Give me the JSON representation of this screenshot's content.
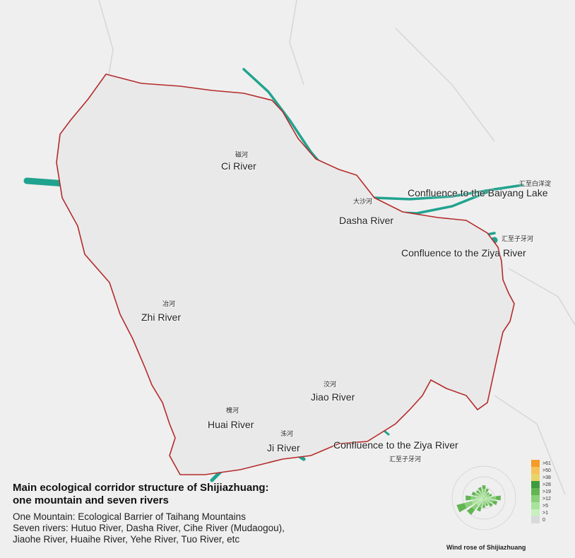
{
  "labels": {
    "ci_cn": "磁河",
    "ci_en": "Ci River",
    "dasha_cn": "大沙河",
    "dasha_en": "Dasha River",
    "baiyang_cn": "汇至白洋淀",
    "baiyang_en": "Confluence to the Baiyang Lake",
    "ziya1_cn": "汇至子牙河",
    "ziya1_en": "Confluence to the Ziya River",
    "zhi_cn": "冶河",
    "zhi_en": "Zhi River",
    "jiao_cn": "洨河",
    "jiao_en": "Jiao River",
    "huai_cn": "槐河",
    "huai_en": "Huai River",
    "ji_cn": "泲河",
    "ji_en": "Ji River",
    "ziya2_en": "Confluence to the Ziya River",
    "ziya2_cn": "汇至子牙河"
  },
  "caption": {
    "title_line1": "Main ecological corridor structure of Shijiazhuang:",
    "title_line2": "one mountain and seven rivers",
    "body_line1": "One Mountain: Ecological Barrier of Taihang Mountains",
    "body_line2": "Seven rivers: Hutuo River, Dasha River, Cihe River (Mudaogou),",
    "body_line3": "Jiaohe River, Huaihe River, Yehe River, Tuo River, etc"
  },
  "legend": {
    "title": "Wind rose of Shijiazhuang",
    "bins": [
      {
        "label": ">61",
        "color": "#f39c2a"
      },
      {
        "label": ">50",
        "color": "#f6c25a"
      },
      {
        "label": ">38",
        "color": "#e8d46a"
      },
      {
        "label": ">28",
        "color": "#3f9a3f"
      },
      {
        "label": ">19",
        "color": "#62b552"
      },
      {
        "label": ">12",
        "color": "#8ad07a"
      },
      {
        "label": ">5",
        "color": "#a9e39b"
      },
      {
        "label": ">1",
        "color": "#c8efc0"
      },
      {
        "label": "0",
        "color": "#d9d9d9"
      }
    ]
  },
  "colors": {
    "river": "#1fa38f",
    "boundary": "#b52a2a",
    "mountain": "#8fa07a",
    "urban": "#f2a57c",
    "background": "#efefef"
  }
}
